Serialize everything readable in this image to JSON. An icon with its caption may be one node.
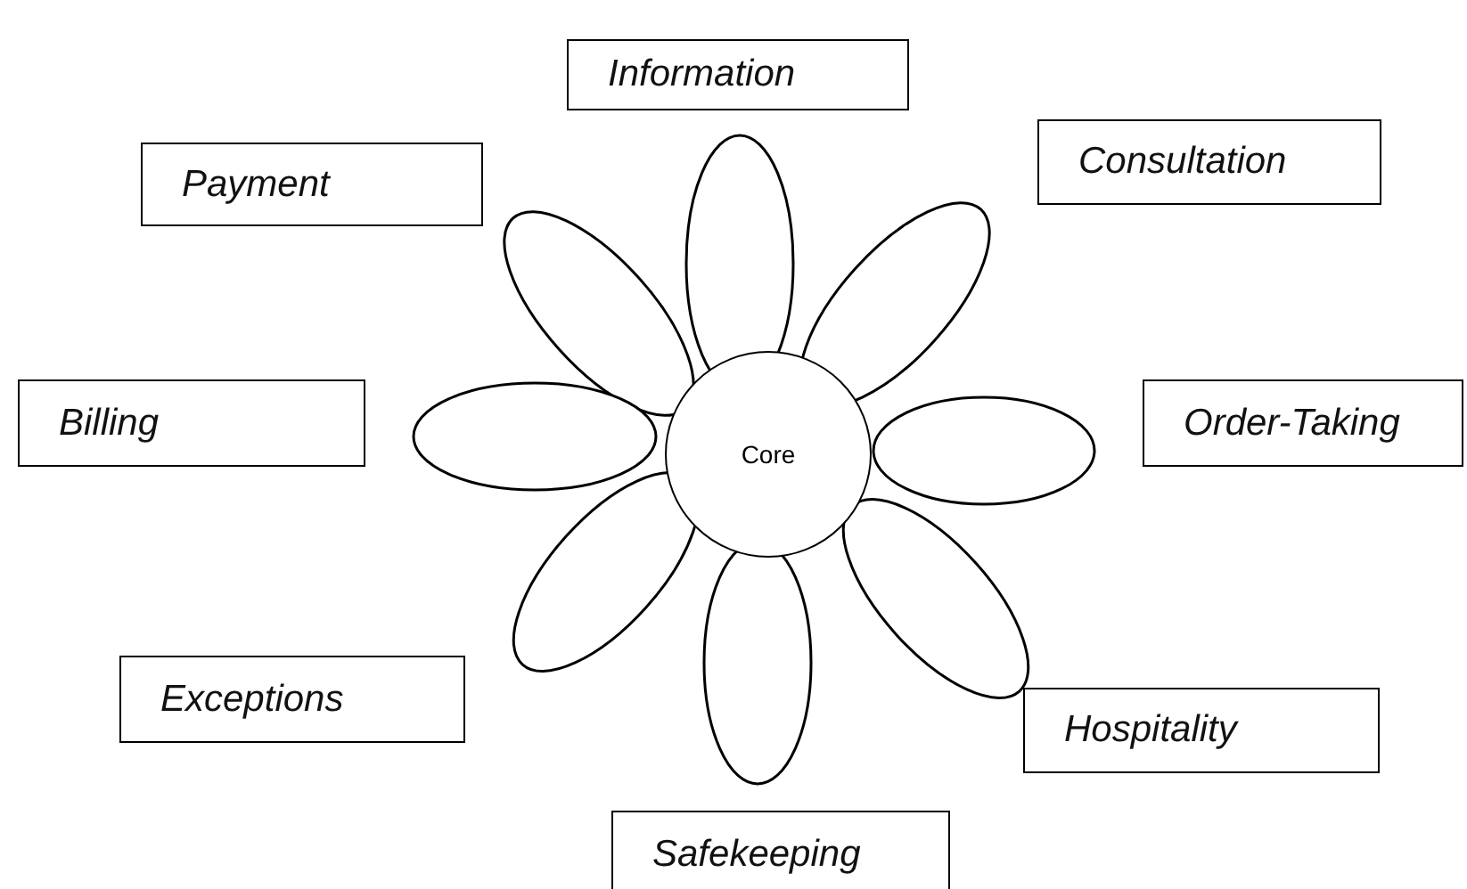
{
  "diagram": {
    "nodes": [
      {
        "text": [
          "Information"
        ]
      },
      {
        "text": [
          "Payment"
        ]
      },
      {
        "text": [
          "Consultation"
        ]
      },
      {
        "text": [
          "Billing"
        ]
      },
      {
        "text": [
          "Core"
        ]
      },
      {
        "text": [
          "Order-Taking"
        ]
      },
      {
        "text": [
          "Exceptions"
        ]
      },
      {
        "text": [
          "Hospitality"
        ]
      },
      {
        "text": [
          "Safekeeping"
        ]
      }
    ],
    "edges": []
  }
}
